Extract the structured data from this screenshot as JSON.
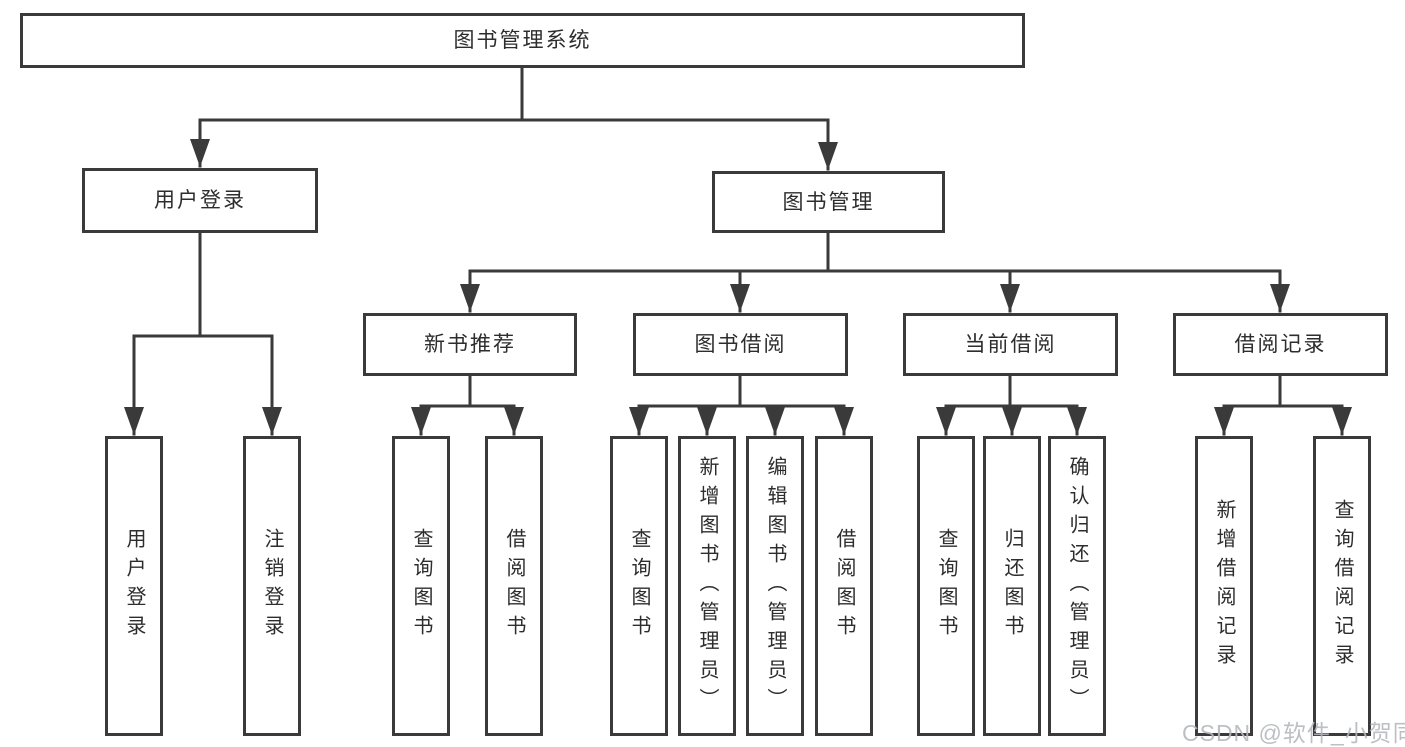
{
  "diagram": {
    "type": "hierarchy-tree",
    "watermark": "CSDN @软件_小贺同学",
    "colors": {
      "background": "#ffffff",
      "line": "#3a3a3a",
      "box_border": "#3a3a3a",
      "text": "#2d2d2d",
      "watermark": "#b5b9be"
    },
    "hierarchy": {
      "label": "图书管理系统",
      "children": [
        {
          "label": "用户登录",
          "children": [
            {
              "label": "用户登录"
            },
            {
              "label": "注销登录"
            }
          ]
        },
        {
          "label": "图书管理",
          "children": [
            {
              "label": "新书推荐",
              "children": [
                {
                  "label": "查询图书"
                },
                {
                  "label": "借阅图书"
                }
              ]
            },
            {
              "label": "图书借阅",
              "children": [
                {
                  "label": "查询图书"
                },
                {
                  "label": "新增图书（管理员）"
                },
                {
                  "label": "编辑图书（管理员）"
                },
                {
                  "label": "借阅图书"
                }
              ]
            },
            {
              "label": "当前借阅",
              "children": [
                {
                  "label": "查询图书"
                },
                {
                  "label": "归还图书"
                },
                {
                  "label": "确认归还（管理员）"
                }
              ]
            },
            {
              "label": "借阅记录",
              "children": [
                {
                  "label": "新增借阅记录"
                },
                {
                  "label": "查询借阅记录"
                }
              ]
            }
          ]
        }
      ]
    }
  }
}
